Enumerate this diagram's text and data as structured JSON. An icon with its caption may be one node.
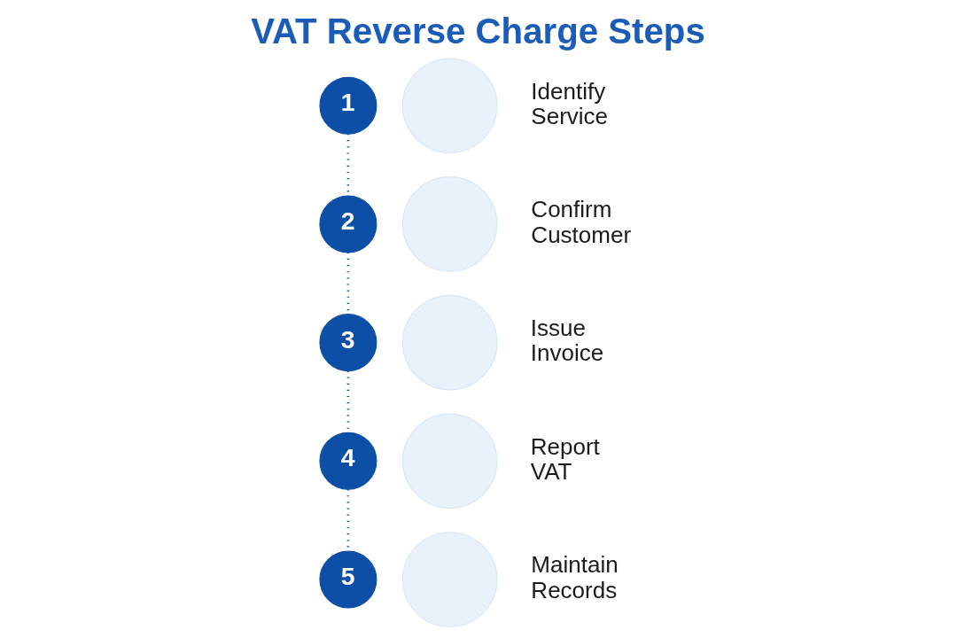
{
  "diagram": {
    "title": "VAT Reverse Charge Steps",
    "nodes": [
      {
        "text": [
          "1"
        ]
      },
      {
        "text": [],
        "shape": "circle",
        "beside": [
          "Identify Service"
        ]
      },
      {
        "text": [
          "2"
        ]
      },
      {
        "text": [],
        "shape": "circle",
        "beside": [
          "Confirm Customer"
        ]
      },
      {
        "text": [
          "3"
        ]
      },
      {
        "text": [],
        "shape": "circle",
        "beside": [
          "Issue Invoice"
        ]
      },
      {
        "text": [
          "4"
        ]
      },
      {
        "text": [],
        "shape": "circle",
        "beside": [
          "Report VAT"
        ]
      },
      {
        "text": [
          "5"
        ]
      },
      {
        "text": [],
        "shape": "circle",
        "beside": [
          "Maintain Records"
        ]
      }
    ],
    "edges": [
      {
        "from": 0,
        "to": 2,
        "arrow": "none",
        "style": "dashed"
      },
      {
        "from": 2,
        "to": 4,
        "arrow": "none",
        "style": "dashed"
      },
      {
        "from": 4,
        "to": 6,
        "arrow": "none",
        "style": "dashed"
      },
      {
        "from": 6,
        "to": 8,
        "arrow": "none",
        "style": "dashed"
      }
    ]
  }
}
